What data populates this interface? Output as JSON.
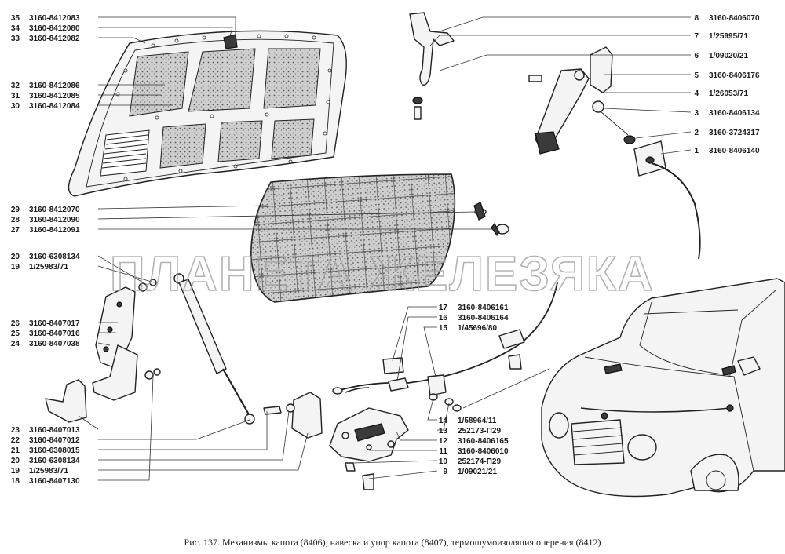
{
  "watermark": "ПЛАНЕТА ЖЕЛЕЗЯКА",
  "caption": "Рис. 137. Механизмы капота (8406), навеска и упор капота (8407), термошумоизоляция оперения (8412)",
  "labels_left": [
    {
      "num": "35",
      "code": "3160-8412083"
    },
    {
      "num": "34",
      "code": "3160-8412080"
    },
    {
      "num": "33",
      "code": "3160-8412082"
    },
    {
      "num": "32",
      "code": "3160-8412086"
    },
    {
      "num": "31",
      "code": "3160-8412085"
    },
    {
      "num": "30",
      "code": "3160-8412084"
    },
    {
      "num": "29",
      "code": "3160-8412070"
    },
    {
      "num": "28",
      "code": "3160-8412090"
    },
    {
      "num": "27",
      "code": "3160-8412091"
    },
    {
      "num": "20",
      "code": "3160-6308134"
    },
    {
      "num": "19",
      "code": "1/25983/71"
    },
    {
      "num": "26",
      "code": "3160-8407017"
    },
    {
      "num": "25",
      "code": "3160-8407016"
    },
    {
      "num": "24",
      "code": "3160-8407038"
    },
    {
      "num": "23",
      "code": "3160-8407013"
    },
    {
      "num": "22",
      "code": "3160-8407012"
    },
    {
      "num": "21",
      "code": "3160-6308015"
    },
    {
      "num": "20",
      "code": "3160-6308134"
    },
    {
      "num": "19",
      "code": "1/25983/71"
    },
    {
      "num": "18",
      "code": "3160-8407130"
    }
  ],
  "labels_right": [
    {
      "num": "8",
      "code": "3160-8406070"
    },
    {
      "num": "7",
      "code": "1/25995/71"
    },
    {
      "num": "6",
      "code": "1/09020/21"
    },
    {
      "num": "5",
      "code": "3160-8406176"
    },
    {
      "num": "4",
      "code": "1/26053/71"
    },
    {
      "num": "3",
      "code": "3160-8406134"
    },
    {
      "num": "2",
      "code": "3160-3724317"
    },
    {
      "num": "1",
      "code": "3160-8406140"
    }
  ],
  "labels_mid_top": [
    {
      "num": "17",
      "code": "3160-8406161"
    },
    {
      "num": "16",
      "code": "3160-8406164"
    },
    {
      "num": "15",
      "code": "1/45696/80"
    }
  ],
  "labels_mid_bottom": [
    {
      "num": "14",
      "code": "1/58964/11"
    },
    {
      "num": "13",
      "code": "252173-П29"
    },
    {
      "num": "12",
      "code": "3160-8406165"
    },
    {
      "num": "11",
      "code": "3160-8406010"
    },
    {
      "num": "10",
      "code": "252174-П29"
    },
    {
      "num": "9",
      "code": "1/09021/21"
    }
  ]
}
